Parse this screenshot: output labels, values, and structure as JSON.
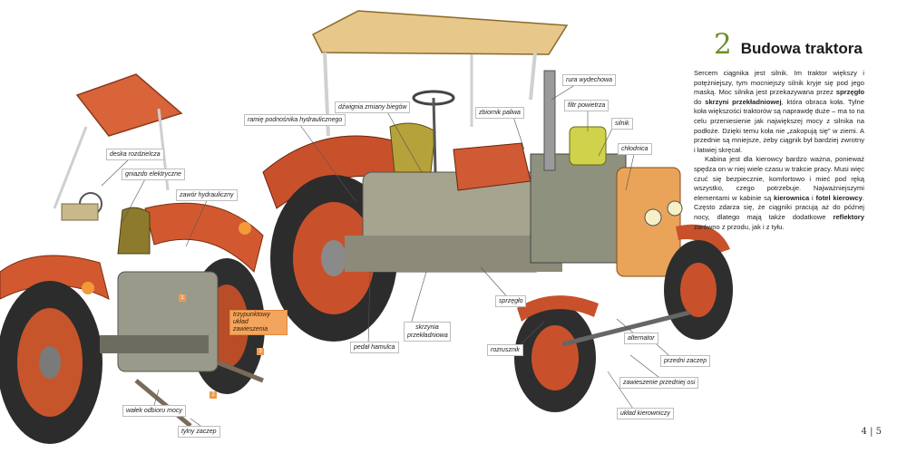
{
  "heading": {
    "number": "2",
    "title": "Budowa traktora"
  },
  "body": {
    "p1": [
      {
        "t": "Sercem ciągnika jest silnik. Im traktor większy i potężniejszy, tym mocniejszy silnik kryje się pod jego maską. Moc silnika jest przekazywana przez "
      },
      {
        "t": "sprzęgło",
        "b": true
      },
      {
        "t": " do "
      },
      {
        "t": "skrzyni przekładniowej",
        "b": true
      },
      {
        "t": ", która obraca koła. Tylne koła większości traktorów są naprawdę duże – ma to na celu przeniesienie jak największej mocy z silnika na podłoże. Dzięki temu koła nie „zakopują się” w ziemi. A przednie są mniejsze, żeby ciągnik był bardziej zwrotny i łatwiej skręcał."
      }
    ],
    "p2": [
      {
        "t": "Kabina jest dla kierowcy bardzo ważna, ponieważ spędza on w niej wiele czasu w trakcie pracy. Musi więc czuć się bezpiecznie, komfortowo i mieć pod ręką wszystko, czego potrzebuje. Najważniejszymi elementami w kabinie są "
      },
      {
        "t": "kierownica",
        "b": true
      },
      {
        "t": " i "
      },
      {
        "t": "fotel kierowcy",
        "b": true
      },
      {
        "t": ". Często zdarza się, że ciągniki pracują aż do późnej nocy, dlatego mają także dodatkowe "
      },
      {
        "t": "reflektory",
        "b": true
      },
      {
        "t": " zarówno z przodu, jak i z tyłu."
      }
    ]
  },
  "labels": {
    "deska": "deska rozdzielcza",
    "gniazdo": "gniazdo elektryczne",
    "zawor": "zawór hydrauliczny",
    "ramie": "ramię podnośnika hydraulicznego",
    "dzwignia": "dźwignia zmiany biegów",
    "zbiornik": "zbiornik paliwa",
    "rura": "rura wydechowa",
    "filtr": "filtr powietrza",
    "silnik": "silnik",
    "chlodnica": "chłodnica",
    "trzypunktowy": "trzypunktowy układ zawieszenia",
    "skrzynia": "skrzynia przekładniowa",
    "pedal": "pedał hamulca",
    "sprzeglo": "sprzęgło",
    "rozrusznik": "rozrusznik",
    "alternator": "alternator",
    "przedni_zaczep": "przedni zaczep",
    "zawieszenie": "zawieszenie przedniej osi",
    "uklad": "układ kierowniczy",
    "walek": "wałek odbioru mocy",
    "tylny": "tylny zaczep"
  },
  "markers": {
    "m1": "1",
    "m2": "2",
    "m3": "3"
  },
  "page_numbers": "4 | 5",
  "colors": {
    "accent": "#6b8e23",
    "tractor_red": "#c8512b",
    "label_orange": "#f3a55f"
  }
}
